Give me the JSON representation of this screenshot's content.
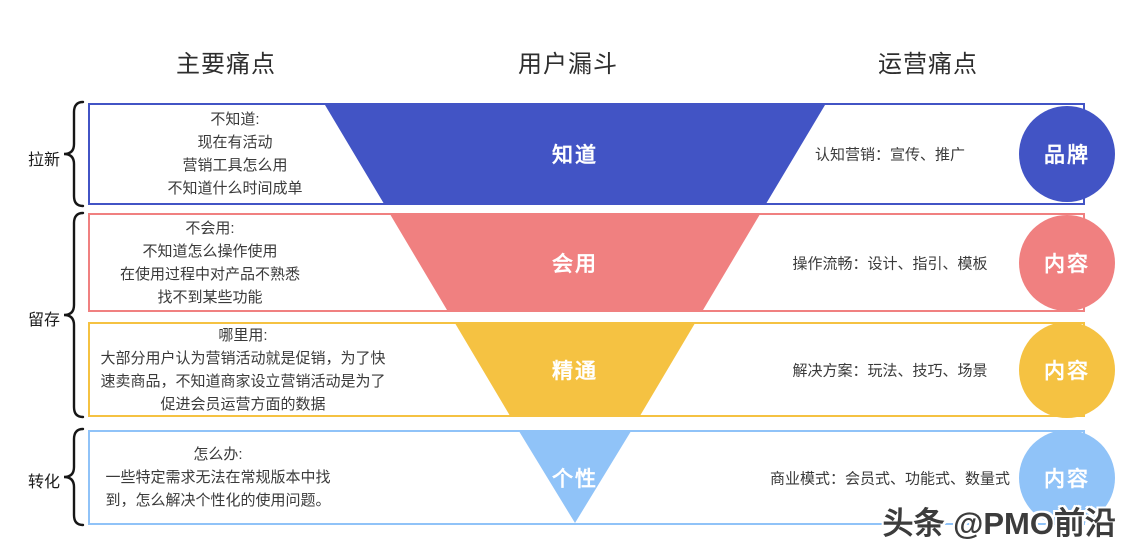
{
  "headers": {
    "pain_points": "主要痛点",
    "funnel": "用户漏斗",
    "ops_pain_points": "运营痛点"
  },
  "stages": [
    {
      "label": "拉新"
    },
    {
      "label": "留存"
    },
    {
      "label": "转化"
    }
  ],
  "rows": [
    {
      "color": "#4254c5",
      "pain_title": "不知道:",
      "pain_lines": [
        "现在有活动",
        "营销工具怎么用",
        "不知道什么时间成单"
      ],
      "funnel_label": "知道",
      "ops_text": "认知营销：宣传、推广",
      "circle_label": "品牌"
    },
    {
      "color": "#f08080",
      "pain_title": "不会用:",
      "pain_lines": [
        "不知道怎么操作使用",
        "在使用过程中对产品不熟悉",
        "找不到某些功能"
      ],
      "funnel_label": "会用",
      "ops_text": "操作流畅：设计、指引、模板",
      "circle_label": "内容"
    },
    {
      "color": "#f5c242",
      "pain_title": "哪里用:",
      "pain_lines": [
        "大部分用户认为营销活动就是促销，为了快",
        "速卖商品，不知道商家设立营销活动是为了",
        "促进会员运营方面的数据"
      ],
      "funnel_label": "精通",
      "ops_text": "解决方案：玩法、技巧、场景",
      "circle_label": "内容"
    },
    {
      "color": "#90c3f8",
      "pain_title": "怎么办:",
      "pain_lines": [
        "一些特定需求无法在常规版本中找",
        "到，怎么解决个性化的使用问题。"
      ],
      "funnel_label": "个性",
      "ops_text": "商业模式：会员式、功能式、数量式",
      "circle_label": "内容"
    }
  ],
  "watermark": "头条 @PMO前沿",
  "colors": {
    "heading_text": "#2e2e2e",
    "body_text": "#3a3a3a",
    "bracket": "#161616",
    "background": "#ffffff"
  }
}
